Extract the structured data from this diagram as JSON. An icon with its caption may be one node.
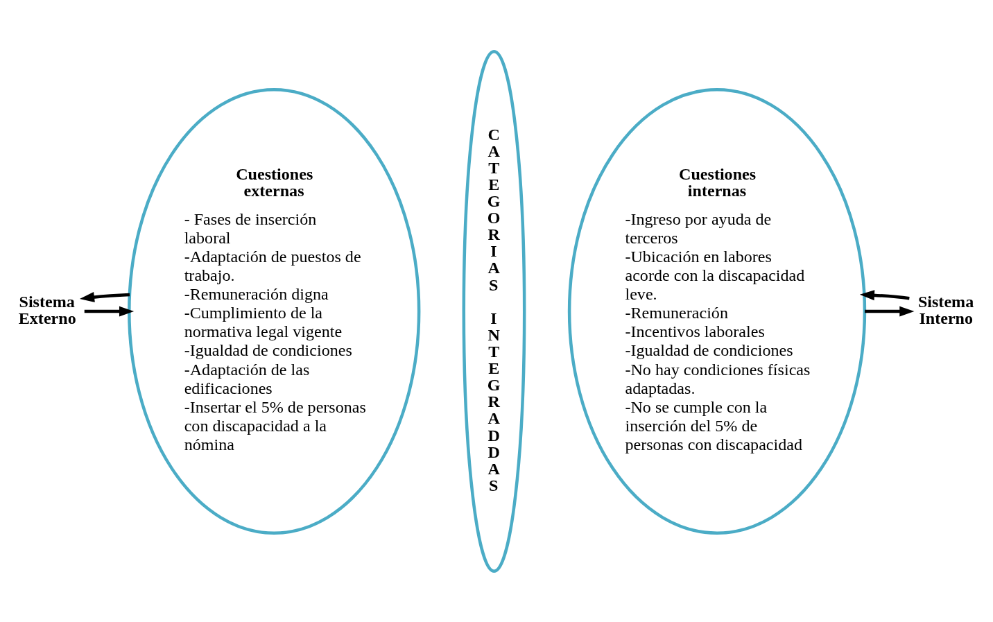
{
  "diagram": {
    "nodes": [
      {
        "text": [
          "Sistema Externo"
        ]
      },
      {
        "text": [
          "Cuestiones externas",
          "- Fases de inserción laboral",
          "-Adaptación de puestos de trabajo.",
          "-Remuneración digna",
          "-Cumplimiento de la normativa legal vigente",
          "-Igualdad de condiciones",
          "-Adaptación de las edificaciones",
          "-Insertar el 5% de personas con discapacidad a la nómina"
        ]
      },
      {
        "text": [
          "CATEGORIAS INTEGRADDAS"
        ]
      },
      {
        "text": [
          "Cuestiones internas",
          "-Ingreso por ayuda de terceros",
          "-Ubicación en labores acorde con la discapacidad leve.",
          "-Remuneración",
          "-Incentivos laborales",
          "-Igualdad de condiciones",
          "-No hay condiciones físicas adaptadas.",
          "-No se cumple con la inserción del 5% de personas con discapacidad"
        ]
      },
      {
        "text": [
          "Sistema Interno"
        ]
      }
    ],
    "edges": [
      {
        "from": 0,
        "to": 1,
        "arrow": "to"
      },
      {
        "from": 1,
        "to": 0,
        "arrow": "to"
      },
      {
        "from": 3,
        "to": 4,
        "arrow": "to"
      },
      {
        "from": 4,
        "to": 3,
        "arrow": "to"
      }
    ]
  }
}
